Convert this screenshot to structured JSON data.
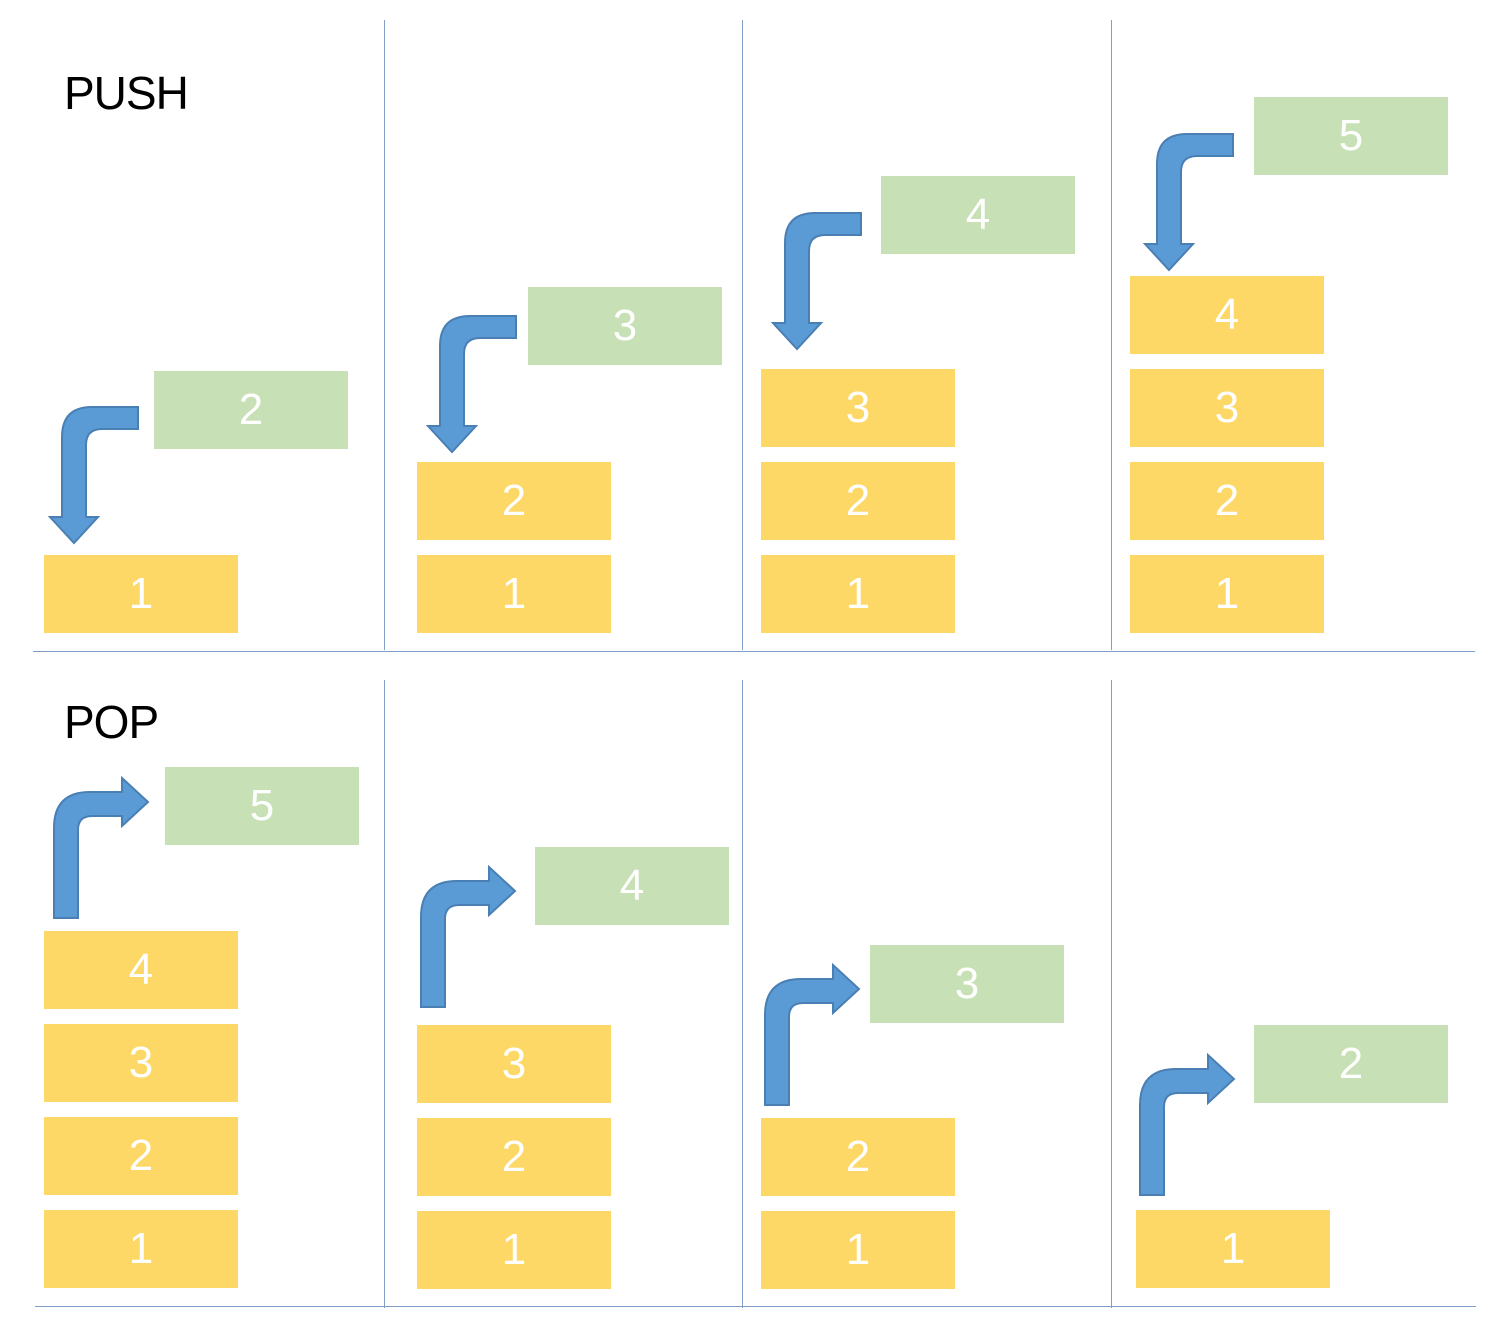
{
  "push": {
    "title": "PUSH",
    "steps": [
      {
        "stack": [
          "1"
        ],
        "incoming": "2"
      },
      {
        "stack": [
          "1",
          "2"
        ],
        "incoming": "3"
      },
      {
        "stack": [
          "1",
          "2",
          "3"
        ],
        "incoming": "4"
      },
      {
        "stack": [
          "1",
          "2",
          "3",
          "4"
        ],
        "incoming": "5"
      }
    ]
  },
  "pop": {
    "title": "POP",
    "steps": [
      {
        "stack": [
          "1",
          "2",
          "3",
          "4"
        ],
        "outgoing": "5"
      },
      {
        "stack": [
          "1",
          "2",
          "3"
        ],
        "outgoing": "4"
      },
      {
        "stack": [
          "1",
          "2"
        ],
        "outgoing": "3"
      },
      {
        "stack": [
          "1"
        ],
        "outgoing": "2"
      }
    ]
  },
  "colors": {
    "stack_item": "#fdd866",
    "moving_item": "#c8e0b5",
    "arrow": "#5b9bd5",
    "grid_line": "#7f9fc7"
  },
  "icons": {
    "push_arrow": "curved-arrow-down-icon",
    "pop_arrow": "curved-arrow-right-icon"
  }
}
